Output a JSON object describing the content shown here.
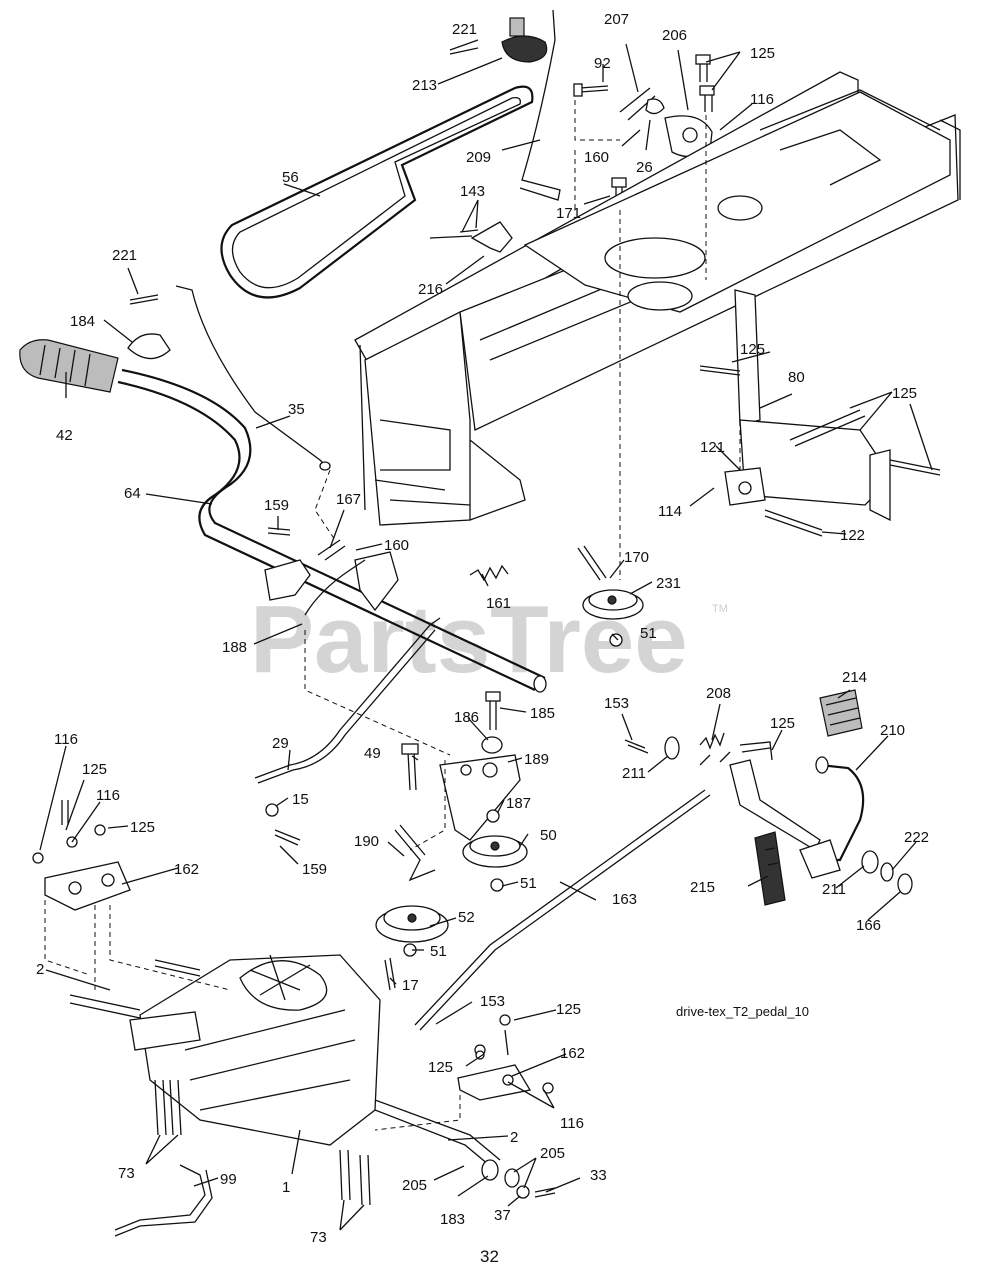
{
  "watermark": {
    "text": "PartsTree",
    "tm": "TM"
  },
  "caption": "drive-tex_T2_pedal_10",
  "page_number": "32",
  "labels": [
    "221",
    "213",
    "207",
    "206",
    "125",
    "92",
    "116",
    "160",
    "26",
    "209",
    "56",
    "171",
    "143",
    "216",
    "221",
    "184",
    "42",
    "35",
    "64",
    "159",
    "167",
    "160",
    "125",
    "80",
    "125",
    "121",
    "114",
    "122",
    "170",
    "231",
    "51",
    "161",
    "188",
    "186",
    "185",
    "153",
    "208",
    "125",
    "214",
    "210",
    "49",
    "189",
    "29",
    "15",
    "187",
    "50",
    "116",
    "125",
    "116",
    "125",
    "159",
    "190",
    "162",
    "211",
    "215",
    "211",
    "222",
    "166",
    "51",
    "52",
    "163",
    "51",
    "17",
    "2",
    "153",
    "125",
    "162",
    "125",
    "116",
    "2",
    "73",
    "99",
    "1",
    "205",
    "205",
    "33",
    "183",
    "37",
    "73"
  ]
}
